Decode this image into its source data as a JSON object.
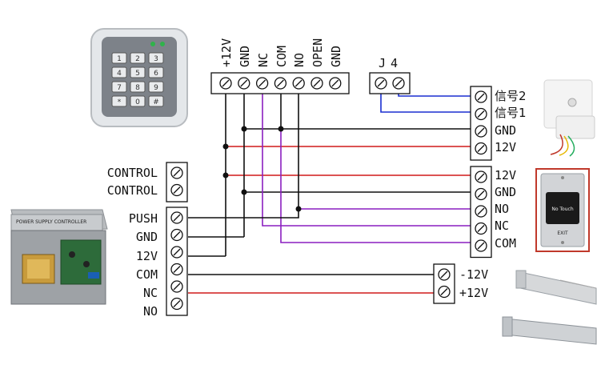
{
  "keypad": {
    "keys": [
      "1",
      "2",
      "3",
      "4",
      "5",
      "6",
      "7",
      "8",
      "9",
      "*",
      "0",
      "#"
    ]
  },
  "controller_top": {
    "terminals": [
      "+12V",
      "GND",
      "NC",
      "COM",
      "NO",
      "OPEN",
      "GND"
    ]
  },
  "j4": {
    "title": "J4"
  },
  "signal_block": {
    "terminals": [
      "信号2",
      "信号1",
      "GND",
      "12V"
    ]
  },
  "exit_block": {
    "terminals": [
      "12V",
      "GND",
      "NO",
      "NC",
      "COM"
    ]
  },
  "control_block": {
    "terminals": [
      "CONTROL",
      "CONTROL"
    ]
  },
  "psu_block": {
    "terminals": [
      "PUSH",
      "GND",
      "12V",
      "COM",
      "NC",
      "NO"
    ]
  },
  "lock_block": {
    "terminals": [
      "-12V",
      "+12V"
    ]
  },
  "power_supply_device": {
    "label": "POWER SUPPLY CONTROLLER"
  },
  "exit_button_device": {
    "label": "No Touch",
    "sublabel": "EXIT"
  },
  "colors": {
    "black_wire": "#111111",
    "red_wire": "#d11a1a",
    "purple_wire": "#8a1fc0",
    "blue_wire": "#1a2fd1"
  }
}
